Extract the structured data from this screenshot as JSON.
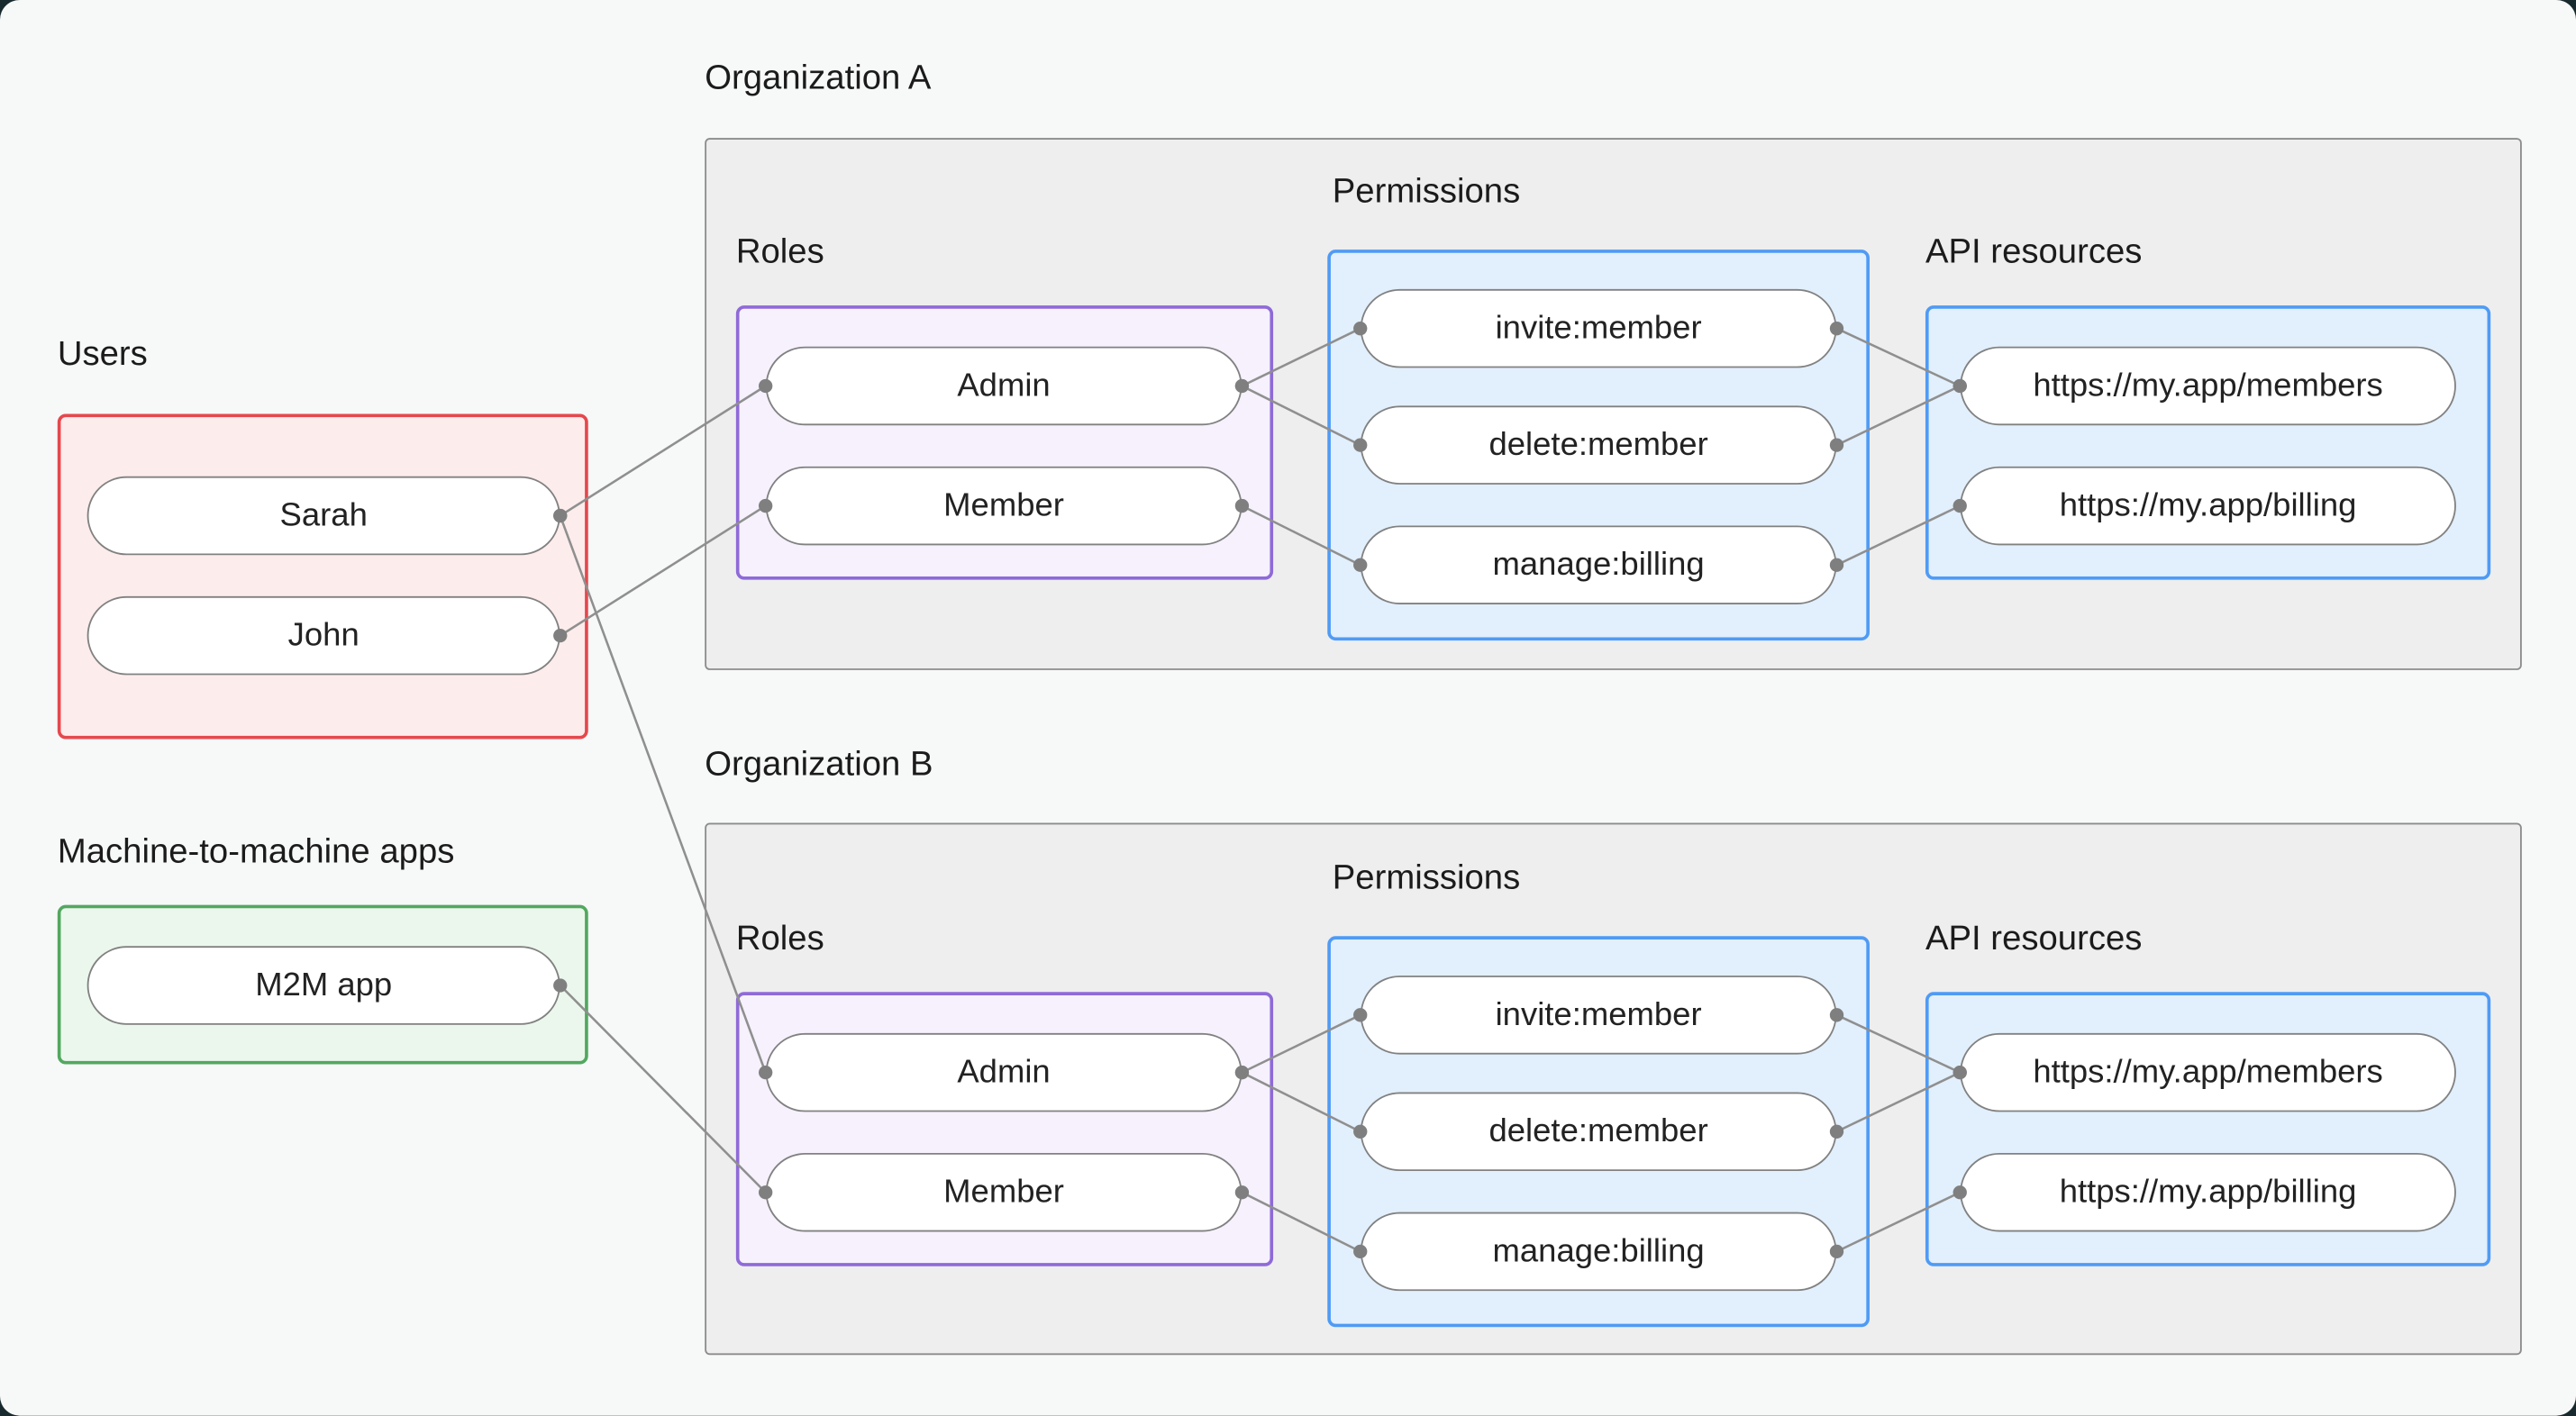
{
  "left_panel": {
    "users_label": "Users",
    "users": [
      {
        "id": "user-sarah",
        "label": "Sarah"
      },
      {
        "id": "user-john",
        "label": "John"
      }
    ],
    "m2m_label": "Machine-to-machine apps",
    "m2m_apps": [
      {
        "id": "m2m-app",
        "label": "M2M app"
      }
    ]
  },
  "organizations": [
    {
      "title": "Organization A",
      "roles_label": "Roles",
      "permissions_label": "Permissions",
      "api_label": "API resources",
      "roles": [
        {
          "label": "Admin"
        },
        {
          "label": "Member"
        }
      ],
      "permissions": [
        {
          "label": "invite:member"
        },
        {
          "label": "delete:member"
        },
        {
          "label": "manage:billing"
        }
      ],
      "api_resources": [
        {
          "label": "https://my.app/members"
        },
        {
          "label": "https://my.app/billing"
        }
      ]
    },
    {
      "title": "Organization B",
      "roles_label": "Roles",
      "permissions_label": "Permissions",
      "api_label": "API resources",
      "roles": [
        {
          "label": "Admin"
        },
        {
          "label": "Member"
        }
      ],
      "permissions": [
        {
          "label": "invite:member"
        },
        {
          "label": "delete:member"
        },
        {
          "label": "manage:billing"
        }
      ],
      "api_resources": [
        {
          "label": "https://my.app/members"
        },
        {
          "label": "https://my.app/billing"
        }
      ]
    }
  ],
  "connections": [
    [
      "user-sarah",
      "orgA-role-0"
    ],
    [
      "user-john",
      "orgA-role-1"
    ],
    [
      "user-sarah",
      "orgB-role-0"
    ],
    [
      "m2m-app",
      "orgB-role-1"
    ],
    [
      "orgA-role-0",
      "orgA-perm-0"
    ],
    [
      "orgA-role-0",
      "orgA-perm-1"
    ],
    [
      "orgA-role-1",
      "orgA-perm-2"
    ],
    [
      "orgA-perm-0",
      "orgA-api-0"
    ],
    [
      "orgA-perm-1",
      "orgA-api-0"
    ],
    [
      "orgA-perm-2",
      "orgA-api-1"
    ],
    [
      "orgB-role-0",
      "orgB-perm-0"
    ],
    [
      "orgB-role-0",
      "orgB-perm-1"
    ],
    [
      "orgB-role-1",
      "orgB-perm-2"
    ],
    [
      "orgB-perm-0",
      "orgB-api-0"
    ],
    [
      "orgB-perm-1",
      "orgB-api-0"
    ],
    [
      "orgB-perm-2",
      "orgB-api-1"
    ]
  ],
  "style": {
    "page_bg": "#f7f8f8",
    "frame_bg": "#182a2e",
    "line_color": "#8f8f8f",
    "dot_color": "#7f7f7f",
    "users_border": "#e5484d",
    "users_bg": "#fdecec",
    "m2m_border": "#52a85f",
    "m2m_bg": "#ebf7ec",
    "roles_border": "#8f6ad8",
    "roles_bg": "#f6f1fc",
    "resource_border": "#4f9bf5",
    "resource_bg": "#e2effc",
    "org_bg": "#eeeeee",
    "org_border": "#8c8c8c"
  }
}
